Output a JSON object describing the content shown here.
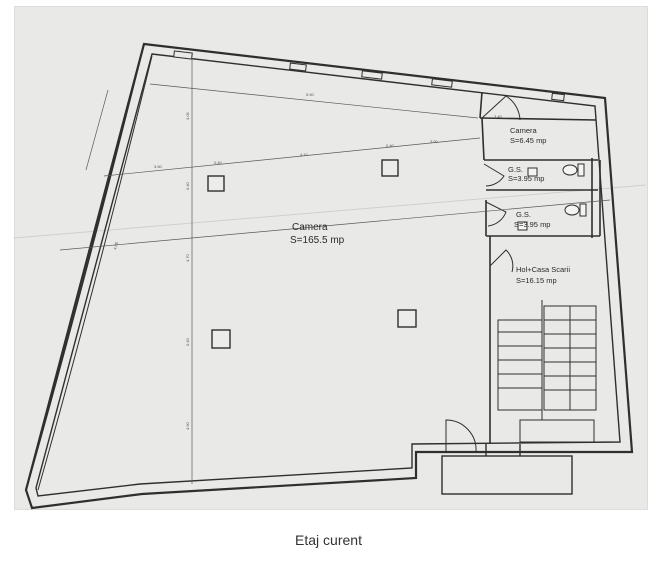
{
  "rooms": {
    "main": {
      "name": "Camera",
      "area": "S=165.5 mp"
    },
    "small_room": {
      "name": "Camera",
      "area": "S=6.45 mp"
    },
    "wc1": {
      "name": "G.S.",
      "area": "S=3.95 mp"
    },
    "wc2": {
      "name": "G.S.",
      "area": "S=3.95 mp"
    },
    "stair": {
      "name": "Hol+Casa Scarii",
      "area": "S=16.15 mp"
    }
  },
  "dimensions": {
    "top": "5.50",
    "row_a": "3.50",
    "row_b": "0.40",
    "row_c": "4.10",
    "row_d": "0.40",
    "row_e": "3.50",
    "right_small": "3.45",
    "left_side": "4.05",
    "vert_a": "4.05",
    "vert_b": "0.40",
    "vert_c": "4.70",
    "vert_d": "0.40",
    "vert_e": "4.90"
  },
  "caption": "Etaj curent",
  "colors": {
    "paper": "#e9e9e7",
    "line": "#2f2f2f"
  }
}
